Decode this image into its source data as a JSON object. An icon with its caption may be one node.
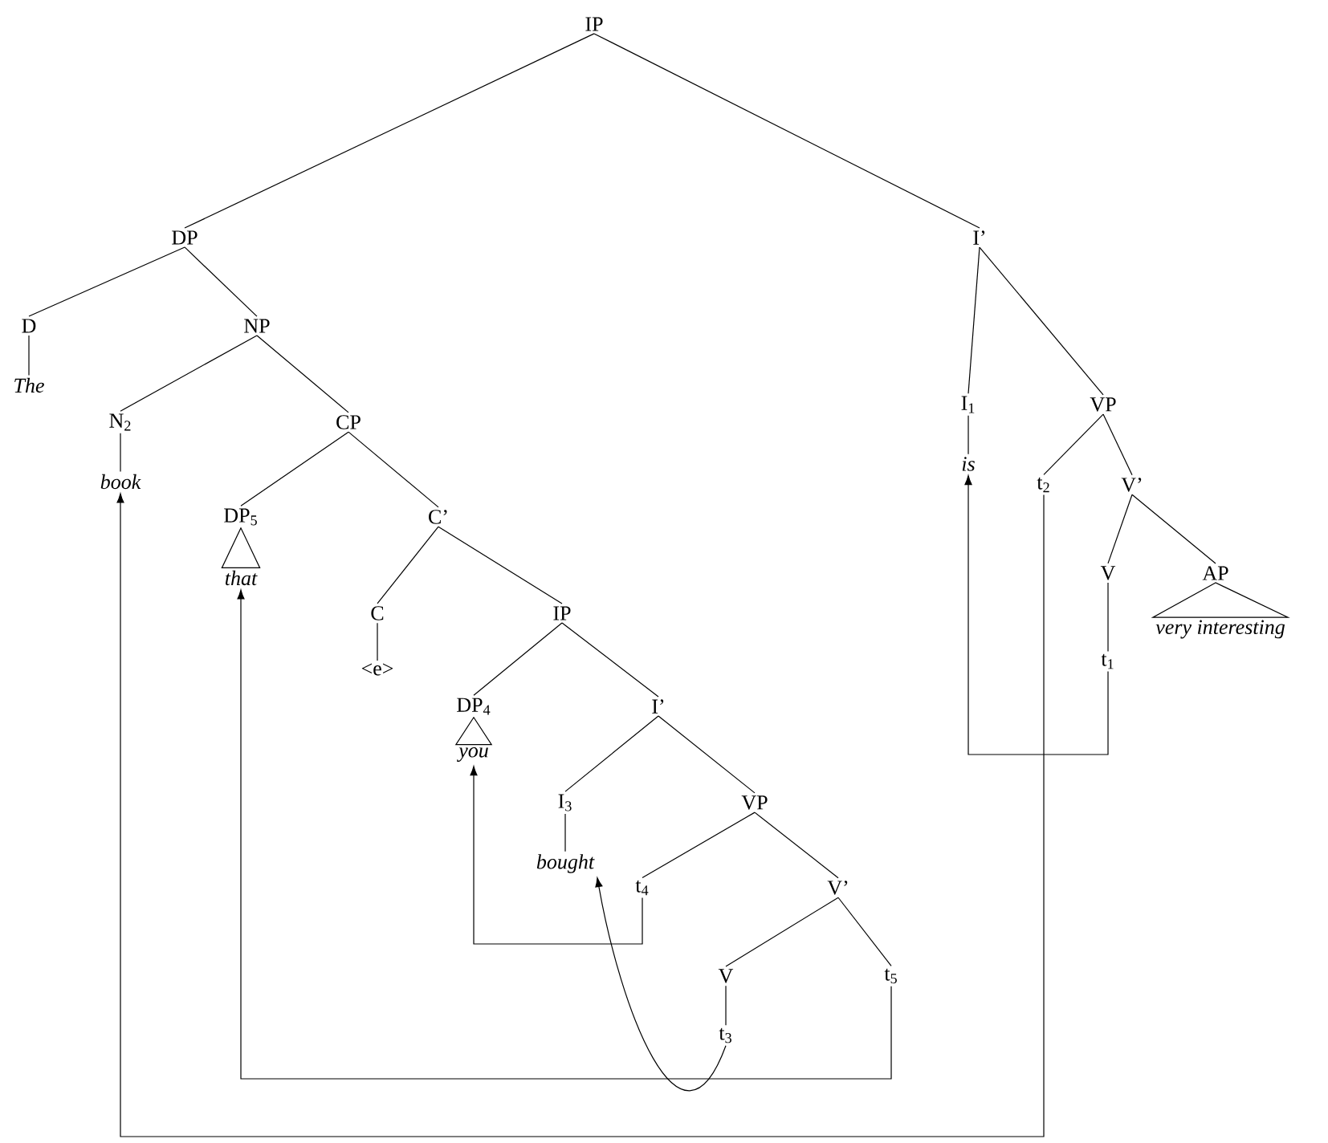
{
  "diagram": {
    "nodes": [
      {
        "text": [
          "IP"
        ]
      },
      {
        "text": [
          "DP"
        ]
      },
      {
        "text": [
          "I’"
        ]
      },
      {
        "text": [
          "D"
        ]
      },
      {
        "text": [
          "NP"
        ]
      },
      {
        "text": [
          "The"
        ]
      },
      {
        "text": [
          "N$_{2}$"
        ]
      },
      {
        "text": [
          "CP"
        ]
      },
      {
        "text": [
          "book"
        ]
      },
      {
        "text": [
          "DP$_{5}$"
        ]
      },
      {
        "text": [
          "C’"
        ]
      },
      {
        "text": [
          "that"
        ]
      },
      {
        "text": [
          "C"
        ]
      },
      {
        "text": [
          "IP"
        ]
      },
      {
        "text": [
          "<e>"
        ]
      },
      {
        "text": [
          "DP$_{4}$"
        ]
      },
      {
        "text": [
          "I’"
        ]
      },
      {
        "text": [
          "you"
        ]
      },
      {
        "text": [
          "I$_{3}$"
        ]
      },
      {
        "text": [
          "VP"
        ]
      },
      {
        "text": [
          "bought"
        ]
      },
      {
        "text": [
          "t$_{4}$"
        ]
      },
      {
        "text": [
          "V’"
        ]
      },
      {
        "text": [
          "V"
        ]
      },
      {
        "text": [
          "t$_{5}$"
        ]
      },
      {
        "text": [
          "t$_{3}$"
        ]
      },
      {
        "text": [
          "I$_{1}$"
        ]
      },
      {
        "text": [
          "VP"
        ]
      },
      {
        "text": [
          "is"
        ]
      },
      {
        "text": [
          "t$_{2}$"
        ]
      },
      {
        "text": [
          "V’"
        ]
      },
      {
        "text": [
          "V"
        ]
      },
      {
        "text": [
          "AP"
        ]
      },
      {
        "text": [
          "t$_{1}$"
        ]
      },
      {
        "text": [
          "very interesting"
        ]
      }
    ],
    "edges": [
      {
        "from": 0,
        "to": 1,
        "arrow": "none"
      },
      {
        "from": 0,
        "to": 2,
        "arrow": "none"
      },
      {
        "from": 1,
        "to": 3,
        "arrow": "none"
      },
      {
        "from": 1,
        "to": 4,
        "arrow": "none"
      },
      {
        "from": 3,
        "to": 5,
        "arrow": "none"
      },
      {
        "from": 4,
        "to": 6,
        "arrow": "none"
      },
      {
        "from": 4,
        "to": 7,
        "arrow": "none"
      },
      {
        "from": 6,
        "to": 8,
        "arrow": "none"
      },
      {
        "from": 7,
        "to": 9,
        "arrow": "none"
      },
      {
        "from": 7,
        "to": 10,
        "arrow": "none"
      },
      {
        "from": 9,
        "to": 11,
        "arrow": "none"
      },
      {
        "from": 10,
        "to": 12,
        "arrow": "none"
      },
      {
        "from": 10,
        "to": 13,
        "arrow": "none"
      },
      {
        "from": 12,
        "to": 14,
        "arrow": "none"
      },
      {
        "from": 13,
        "to": 15,
        "arrow": "none"
      },
      {
        "from": 13,
        "to": 16,
        "arrow": "none"
      },
      {
        "from": 15,
        "to": 17,
        "arrow": "none"
      },
      {
        "from": 16,
        "to": 18,
        "arrow": "none"
      },
      {
        "from": 16,
        "to": 19,
        "arrow": "none"
      },
      {
        "from": 18,
        "to": 20,
        "arrow": "none"
      },
      {
        "from": 19,
        "to": 21,
        "arrow": "none"
      },
      {
        "from": 19,
        "to": 22,
        "arrow": "none"
      },
      {
        "from": 22,
        "to": 23,
        "arrow": "none"
      },
      {
        "from": 22,
        "to": 24,
        "arrow": "none"
      },
      {
        "from": 23,
        "to": 25,
        "arrow": "none"
      },
      {
        "from": 2,
        "to": 26,
        "arrow": "none"
      },
      {
        "from": 2,
        "to": 27,
        "arrow": "none"
      },
      {
        "from": 26,
        "to": 28,
        "arrow": "none"
      },
      {
        "from": 27,
        "to": 29,
        "arrow": "none"
      },
      {
        "from": 27,
        "to": 30,
        "arrow": "none"
      },
      {
        "from": 30,
        "to": 31,
        "arrow": "none"
      },
      {
        "from": 30,
        "to": 32,
        "arrow": "none"
      },
      {
        "from": 31,
        "to": 33,
        "arrow": "none"
      },
      {
        "from": 32,
        "to": 34,
        "arrow": "none"
      },
      {
        "from": 33,
        "to": 28,
        "arrow": "to"
      },
      {
        "from": 29,
        "to": 8,
        "arrow": "to"
      },
      {
        "from": 24,
        "to": 11,
        "arrow": "to"
      },
      {
        "from": 21,
        "to": 17,
        "arrow": "to"
      },
      {
        "from": 25,
        "to": 20,
        "arrow": "to"
      }
    ]
  }
}
